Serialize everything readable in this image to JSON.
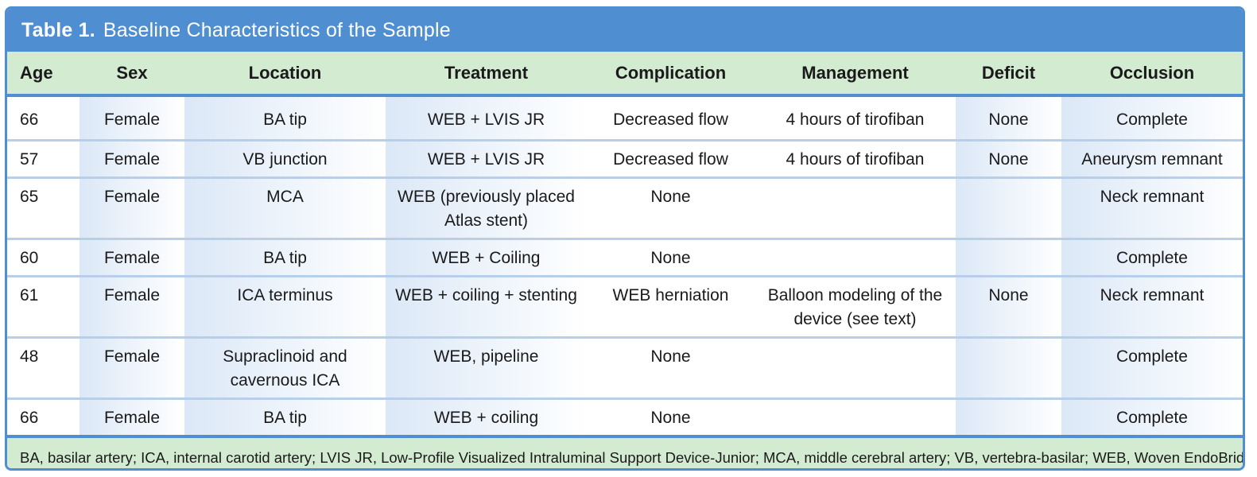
{
  "table": {
    "label": "Table 1.",
    "title": "Baseline Characteristics of the Sample",
    "columns": [
      "Age",
      "Sex",
      "Location",
      "Treatment",
      "Complication",
      "Management",
      "Deficit",
      "Occlusion"
    ],
    "rows": [
      [
        "66",
        "Female",
        "BA tip",
        "WEB + LVIS JR",
        "Decreased flow",
        "4 hours of tirofiban",
        "None",
        "Complete"
      ],
      [
        "57",
        "Female",
        "VB junction",
        "WEB + LVIS JR",
        "Decreased flow",
        "4 hours of tirofiban",
        "None",
        "Aneurysm remnant"
      ],
      [
        "65",
        "Female",
        "MCA",
        "WEB (previously placed Atlas stent)",
        "None",
        "",
        "",
        "Neck remnant"
      ],
      [
        "60",
        "Female",
        "BA tip",
        "WEB + Coiling",
        "None",
        "",
        "",
        "Complete"
      ],
      [
        "61",
        "Female",
        "ICA terminus",
        "WEB + coiling + stenting",
        "WEB herniation",
        "Balloon modeling of the device (see text)",
        "None",
        "Neck remnant"
      ],
      [
        "48",
        "Female",
        "Supraclinoid and cavernous ICA",
        "WEB, pipeline",
        "None",
        "",
        "",
        "Complete"
      ],
      [
        "66",
        "Female",
        "BA tip",
        "WEB + coiling",
        "None",
        "",
        "",
        "Complete"
      ]
    ],
    "footnote": "BA, basilar artery; ICA, internal carotid artery; LVIS JR, Low-Profile Visualized Intraluminal Support Device-Junior; MCA, middle cerebral artery; VB, vertebra-basilar; WEB, Woven EndoBridge."
  }
}
